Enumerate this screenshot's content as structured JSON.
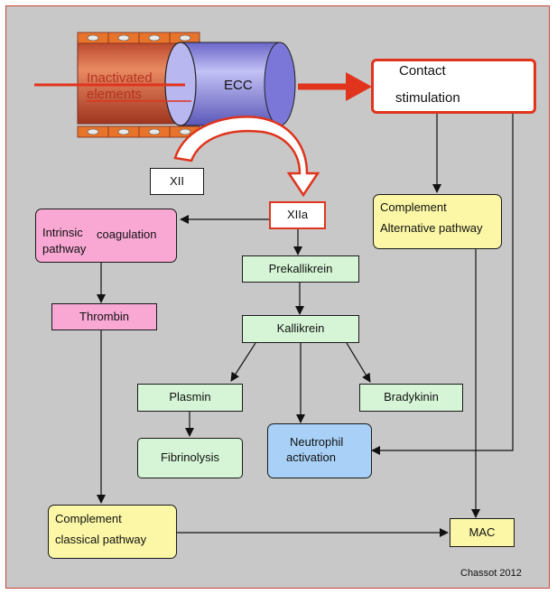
{
  "diagram": {
    "tube_label_left": "Inactivated",
    "tube_label_left2": "elements",
    "tube_label_ecc": "ECC",
    "contact_line1": "Contact",
    "contact_line2": "stimulation",
    "xii": "XII",
    "xiia": "XIIa",
    "intrinsic_line1": "Intrinsic",
    "intrinsic_word2": "coagulation",
    "intrinsic_line2": "pathway",
    "thrombin": "Thrombin",
    "prekallikrein": "Prekallikrein",
    "kallikrein": "Kallikrein",
    "plasmin": "Plasmin",
    "bradykinin": "Bradykinin",
    "fibrinolysis": "Fibrinolysis",
    "neutrophil_line1": "Neutrophil",
    "neutrophil_line2": "activation",
    "complement_alt_line1": "Complement",
    "complement_alt_line2": "Alternative pathway",
    "complement_class_line1": "Complement",
    "complement_class_line2": "classical pathway",
    "mac": "MAC",
    "credit": "Chassot 2012"
  },
  "colors": {
    "background": "#c8c8c8",
    "pink": "#f9a8d4",
    "green": "#d6f5d6",
    "yellow": "#fbf7a6",
    "blue": "#a9d1f7",
    "red": "#e0341c",
    "tube_orange": "#e06a3c",
    "cylinder_purple": "#8c88e6"
  }
}
